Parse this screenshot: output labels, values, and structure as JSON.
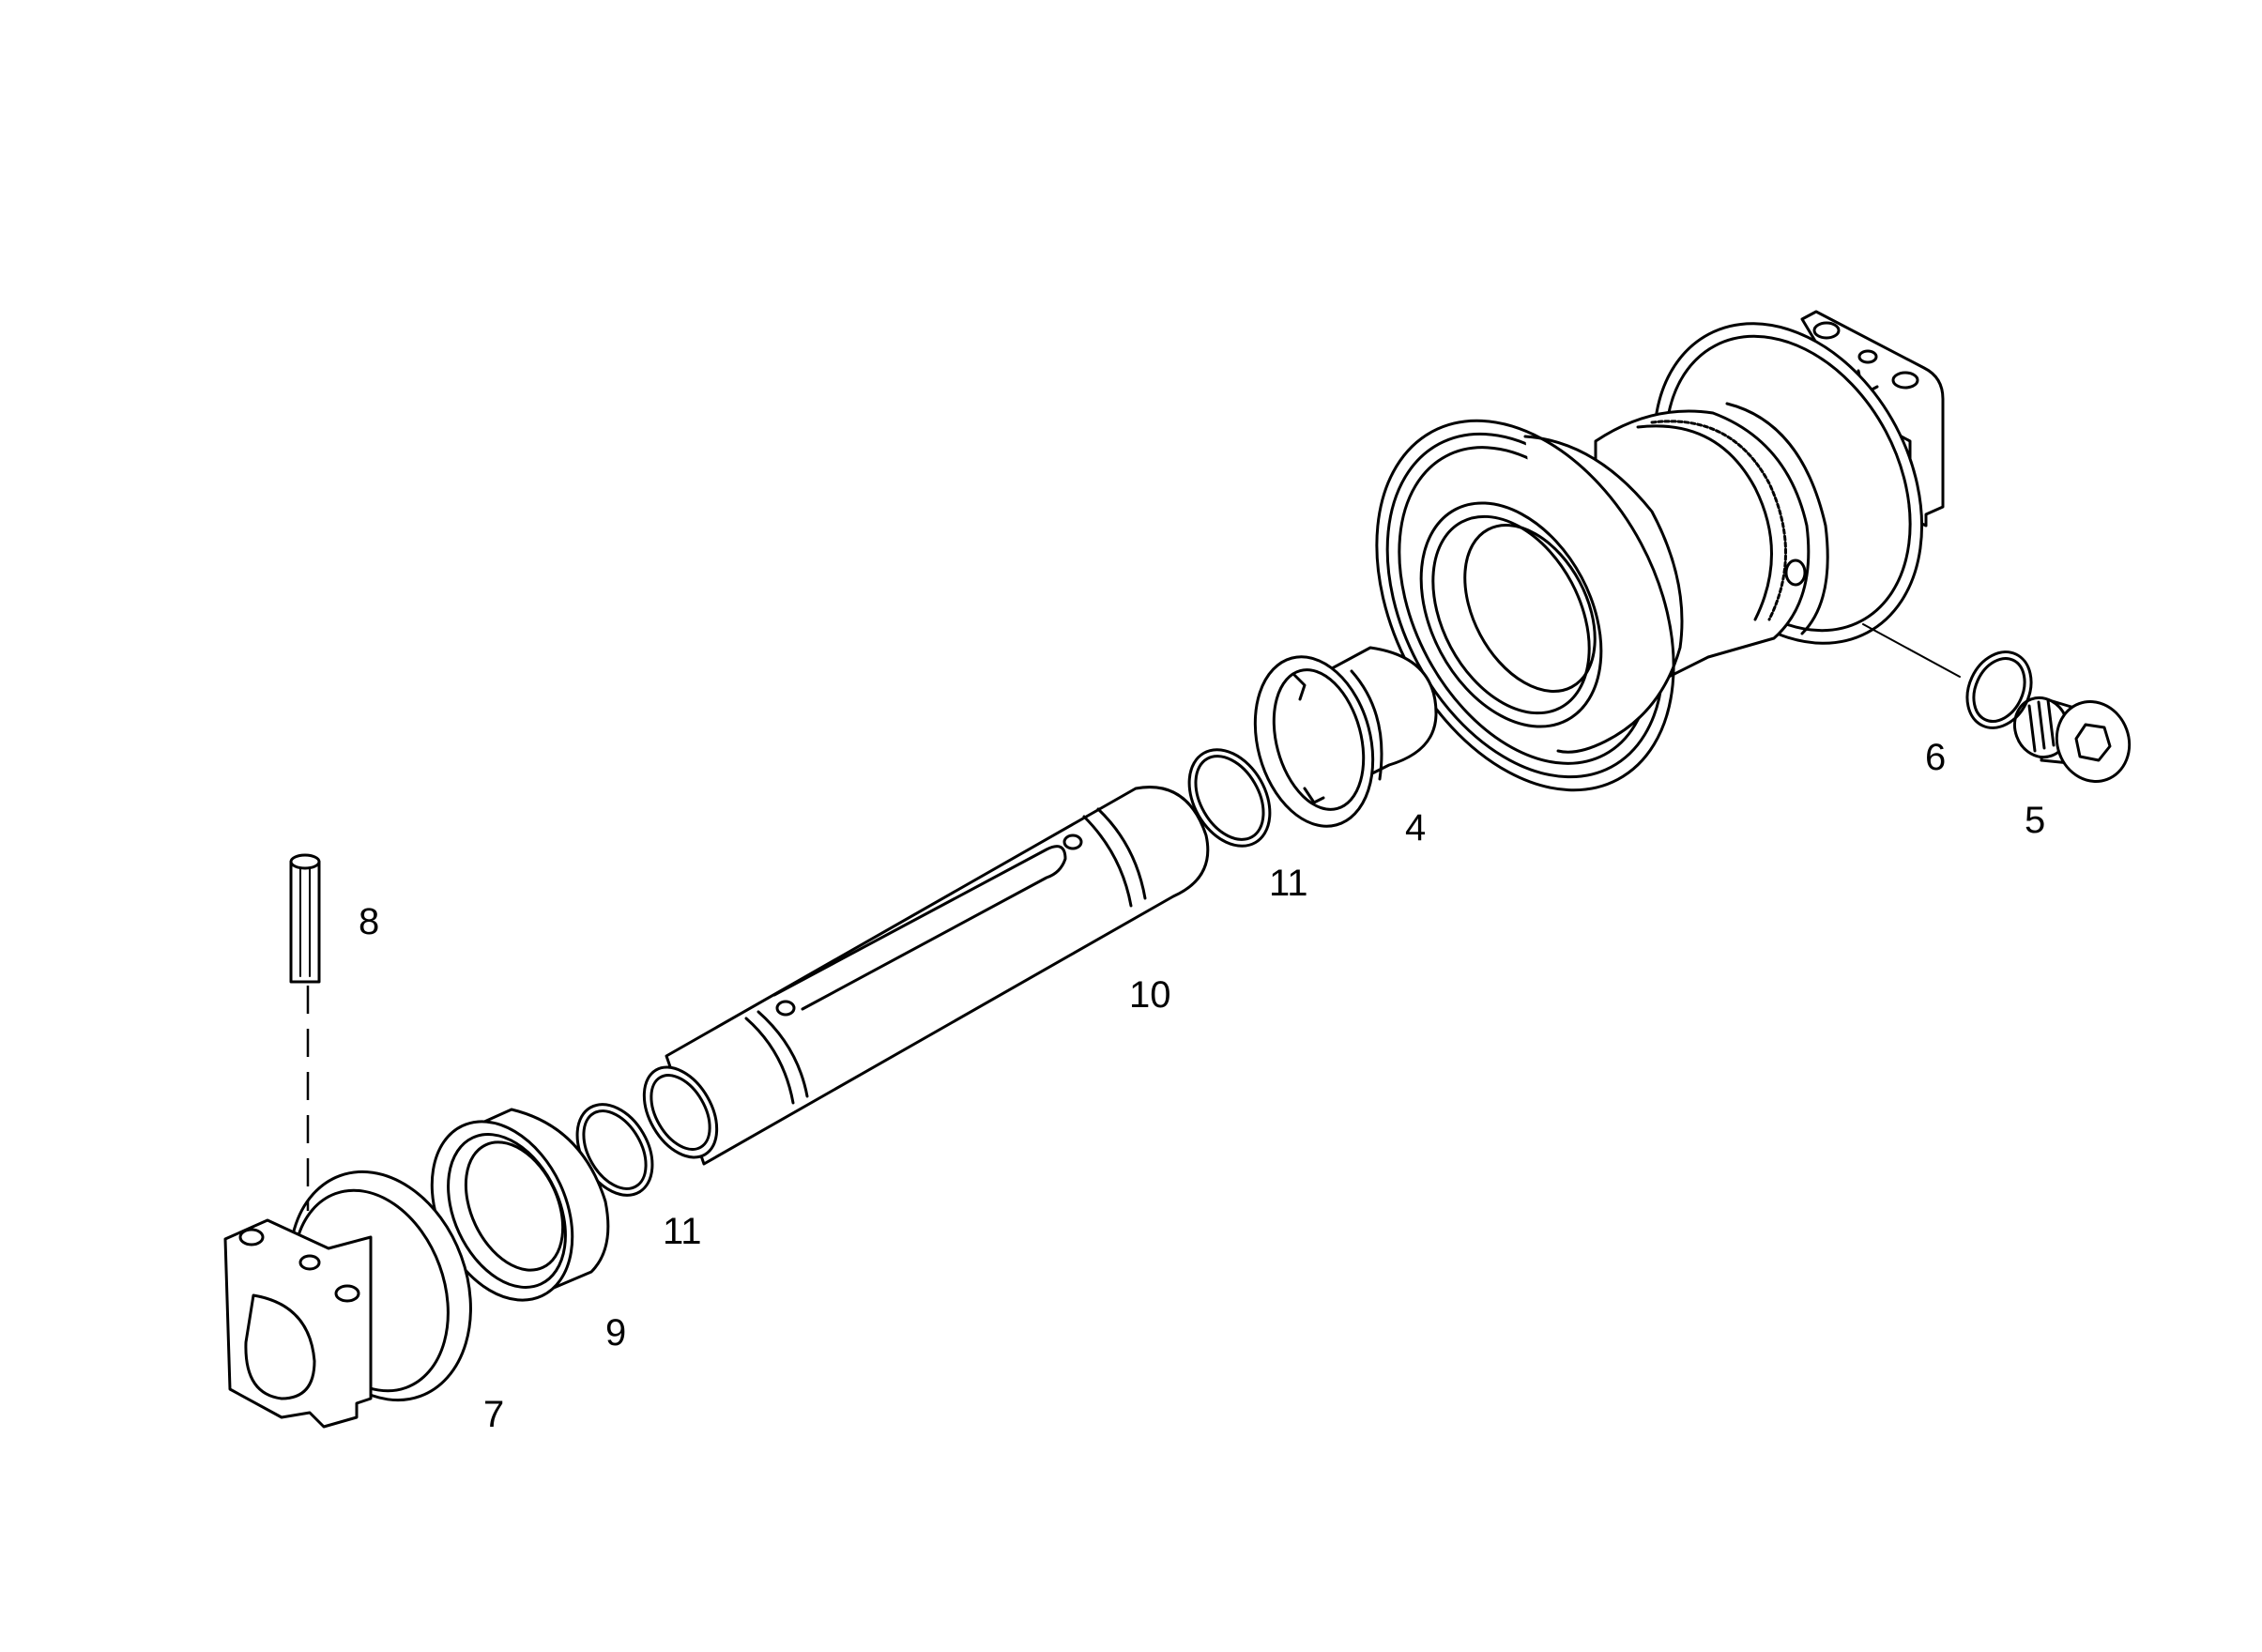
{
  "diagram": {
    "type": "exploded-parts-view",
    "colors": {
      "line": "#000000",
      "background": "#ffffff"
    },
    "callouts": [
      {
        "id": "pin",
        "label": "8"
      },
      {
        "id": "bracket-left",
        "label": "7"
      },
      {
        "id": "seal-left",
        "label": "9"
      },
      {
        "id": "oring-left",
        "label": "11"
      },
      {
        "id": "shaft",
        "label": "10"
      },
      {
        "id": "oring-right",
        "label": "11"
      },
      {
        "id": "bushing",
        "label": "4"
      },
      {
        "id": "oring-plug",
        "label": "6"
      },
      {
        "id": "plug",
        "label": "5"
      }
    ]
  }
}
